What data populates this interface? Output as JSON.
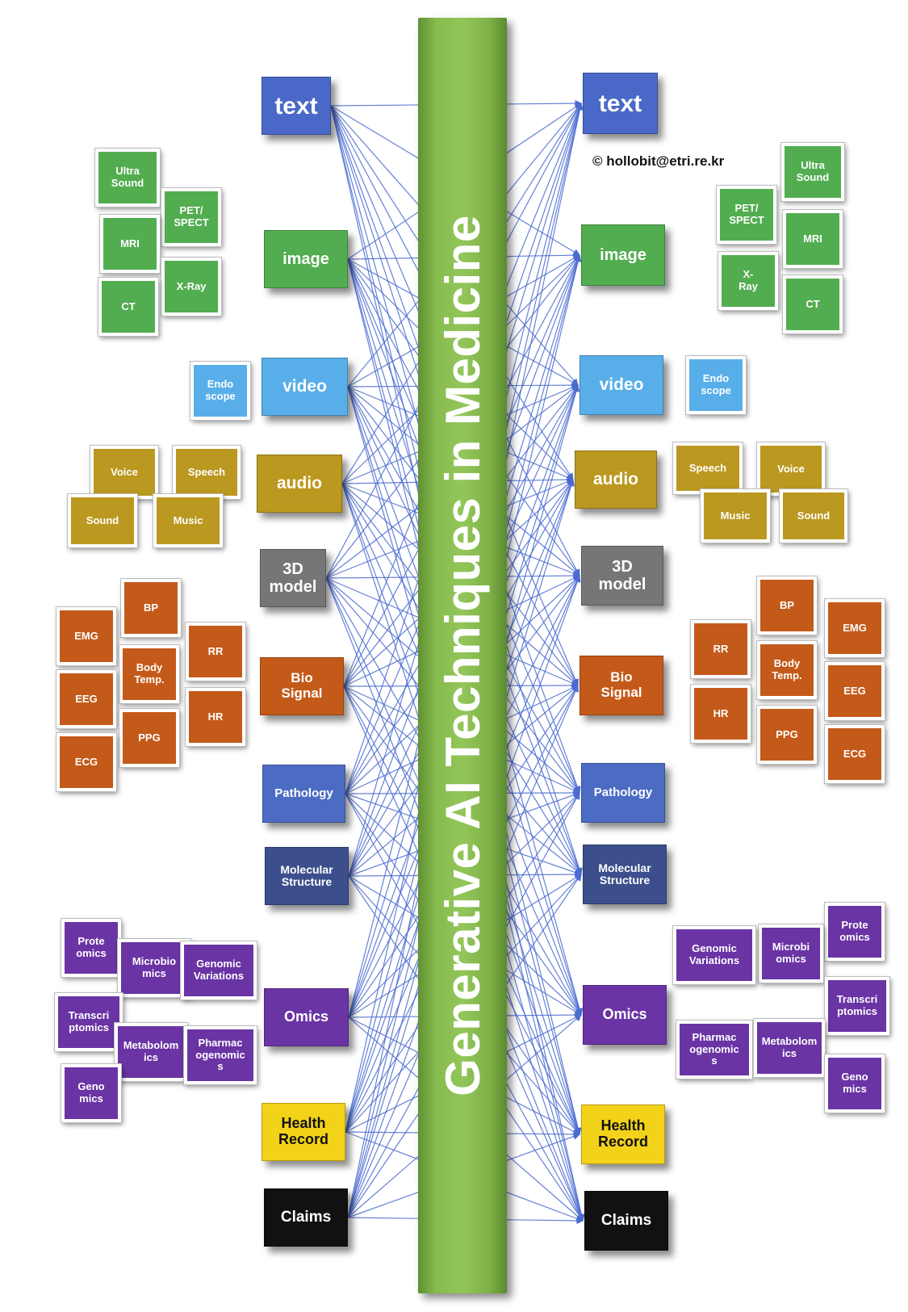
{
  "title": "Generative AI Techniques in Medicine",
  "copyright": "© hollobit@etri.re.kr",
  "colors": {
    "bar": "#86bb4e",
    "link": "#4a6bd0",
    "text": "#4a68c8",
    "image": "#52ad50",
    "video": "#58aee8",
    "audio": "#bb981f",
    "model3d": "#767676",
    "biosignal": "#c45a1a",
    "pathology": "#4c6cc4",
    "molecular": "#3c4f8c",
    "omics": "#6a34a4",
    "health_record": "#f3d21a",
    "claims": "#111111"
  },
  "modalities": {
    "text": "text",
    "image": "image",
    "video": "video",
    "audio": "audio",
    "model3d": "3D\nmodel",
    "biosignal": "Bio\nSignal",
    "pathology": "Pathology",
    "molecular": "Molecular\nStructure",
    "omics": "Omics",
    "health_record": "Health\nRecord",
    "claims": "Claims"
  },
  "subs": {
    "ultrasound": "Ultra\nSound",
    "pet_spect": "PET/\nSPECT",
    "mri": "MRI",
    "ct": "CT",
    "xray_left": "X-Ray",
    "xray_right": "X-\nRay",
    "endoscope": "Endo\nscope",
    "voice": "Voice",
    "speech": "Speech",
    "sound": "Sound",
    "music": "Music",
    "bp": "BP",
    "emg": "EMG",
    "rr": "RR",
    "body_temp": "Body\nTemp.",
    "eeg": "EEG",
    "hr": "HR",
    "ppg": "PPG",
    "ecg": "ECG",
    "proteomics": "Prote\nomics",
    "microbiomics_left": "Microbio\nmics",
    "microbiomics_right": "Microbi\nomics",
    "genomic_variations": "Genomic\nVariations",
    "transcriptomics": "Transcri\nptomics",
    "metabolomics": "Metabolom\nics",
    "pharmacogenomics": "Pharmac\nogenomic\ns",
    "genomics": "Geno\nmics"
  }
}
